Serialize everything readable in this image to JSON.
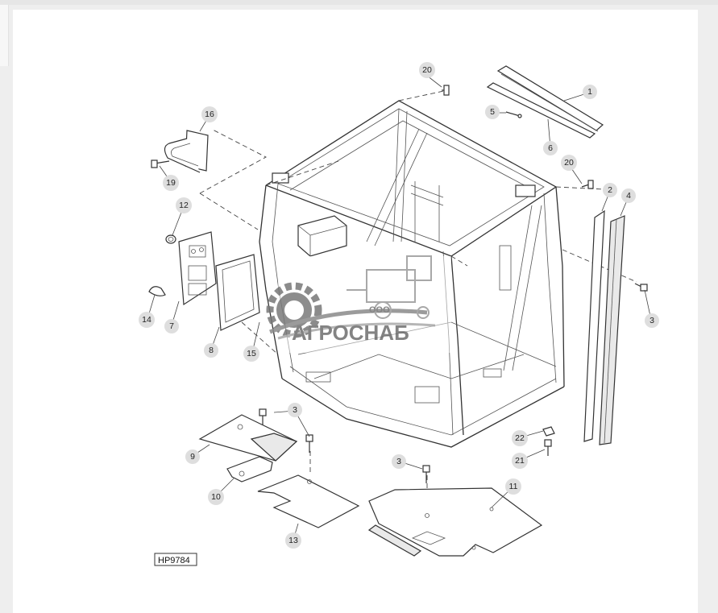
{
  "diagram": {
    "figure_id": "HP9784",
    "callouts": [
      "1",
      "2",
      "3",
      "3",
      "3",
      "4",
      "5",
      "6",
      "7",
      "8",
      "9",
      "10",
      "11",
      "12",
      "13",
      "14",
      "15",
      "16",
      "19",
      "20",
      "20",
      "21",
      "22"
    ]
  },
  "watermark": {
    "prefix": "ООО",
    "name": "АГРОСНАБ"
  }
}
